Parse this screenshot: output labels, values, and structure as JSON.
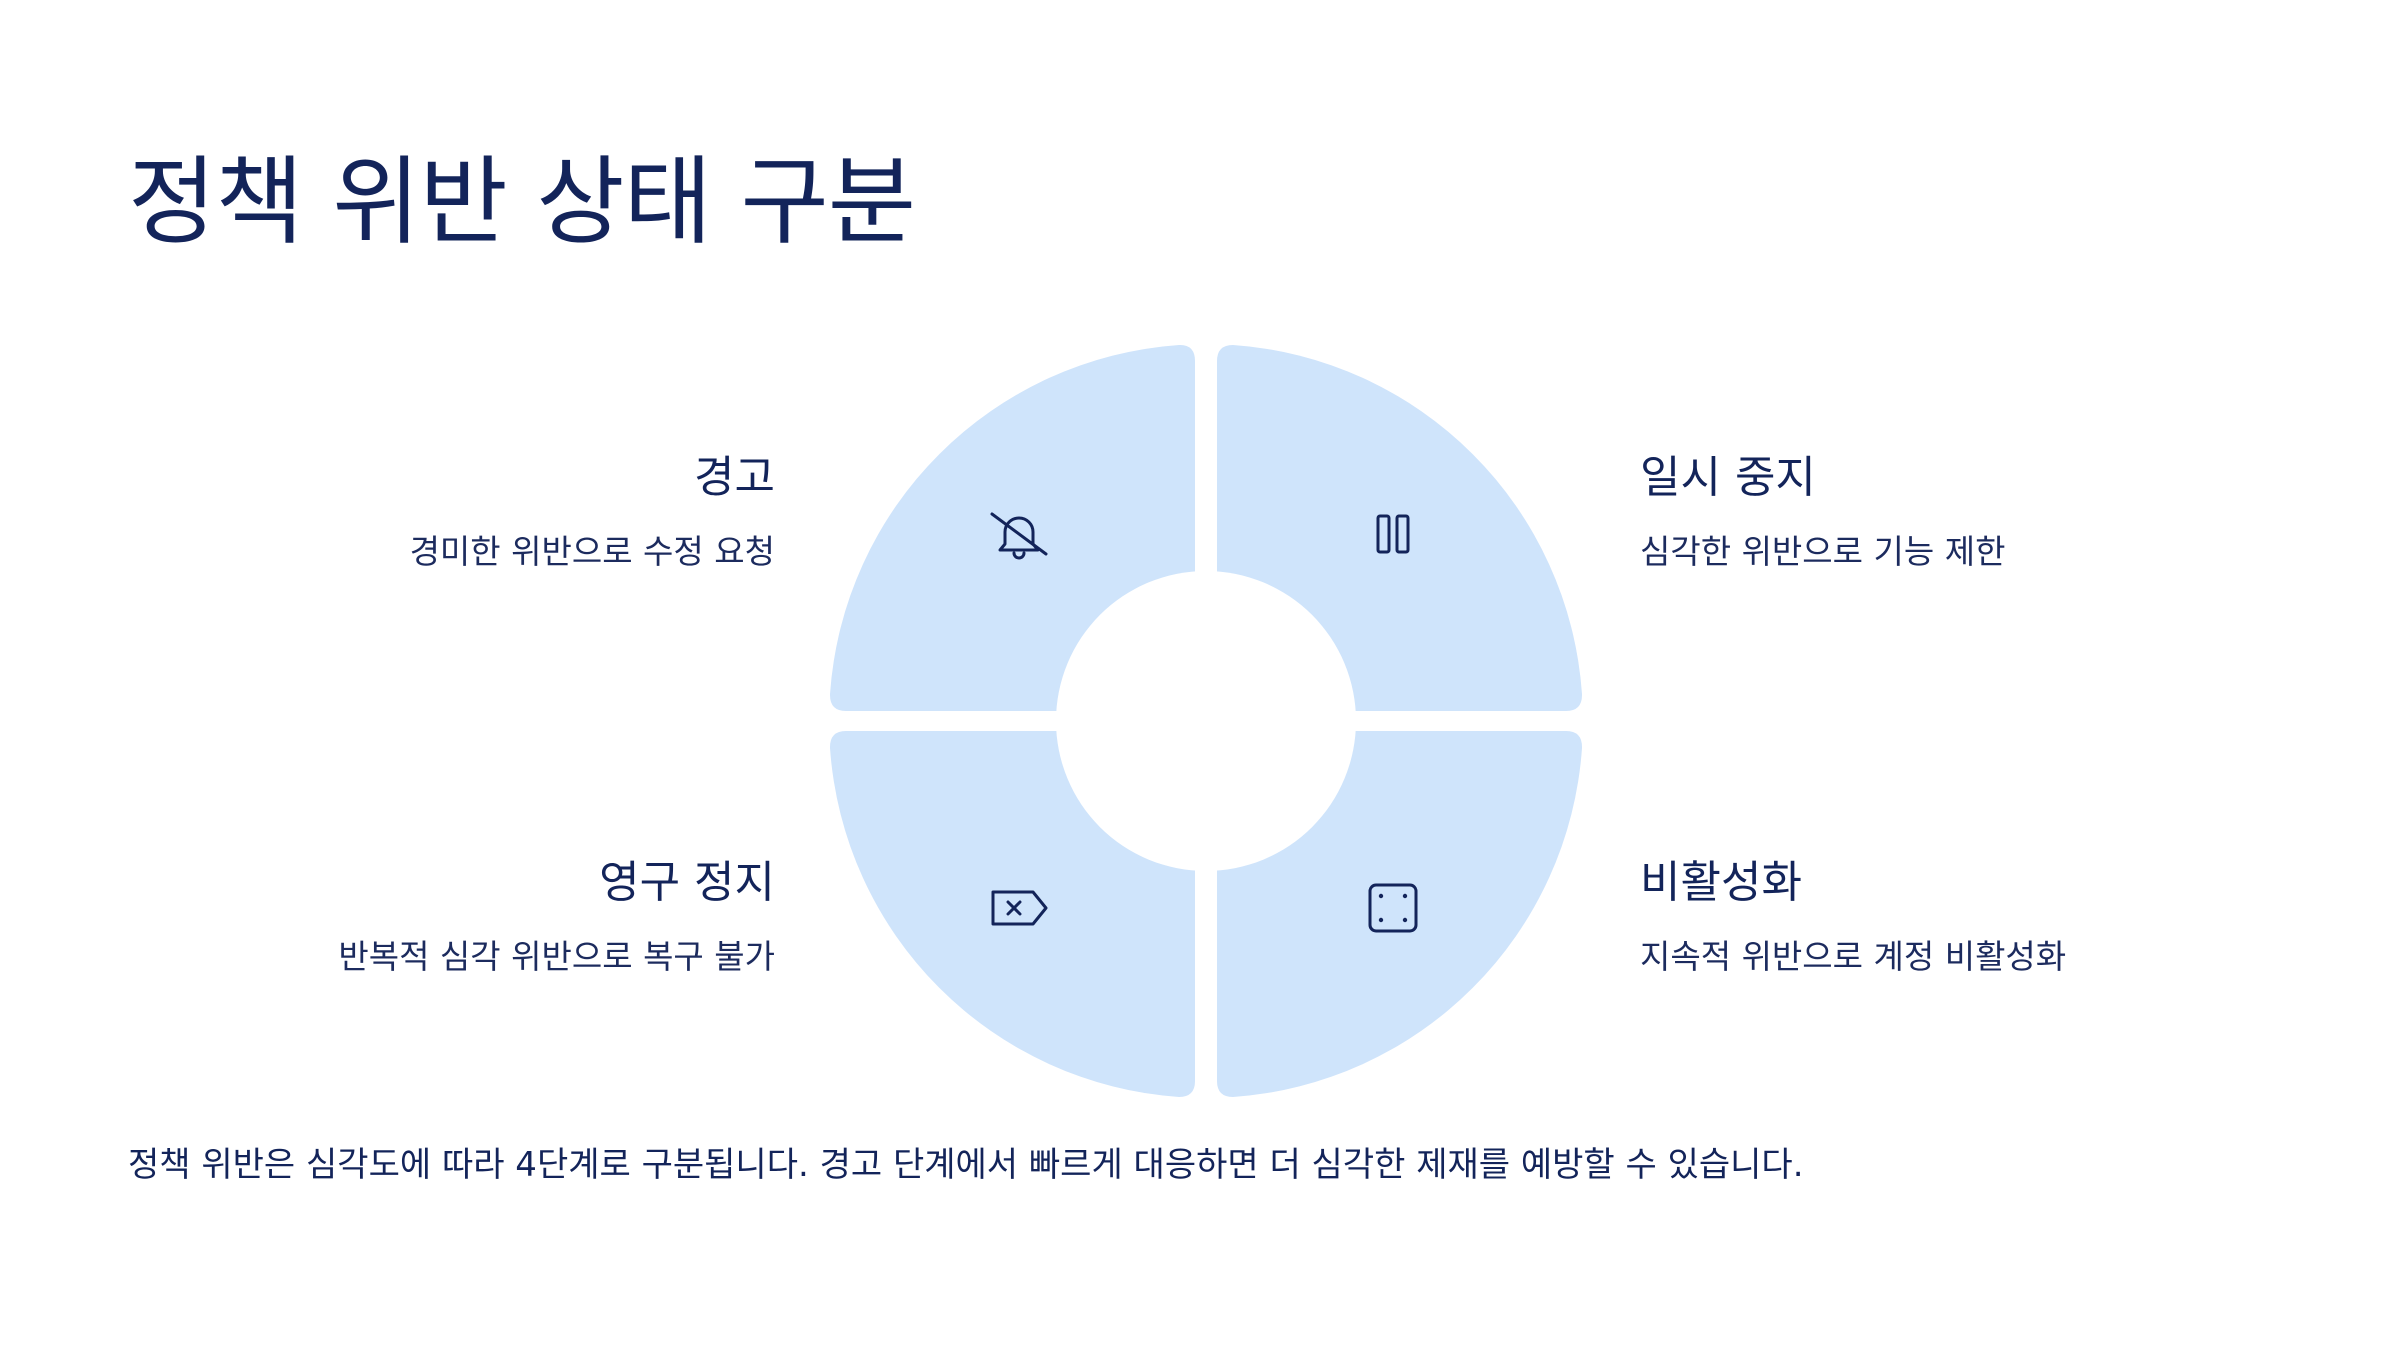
{
  "title": "정책 위반 상태 구분",
  "colors": {
    "segment_fill": "#cfe4fb",
    "icon_stroke": "#13245a",
    "text": "#13245a",
    "background": "#ffffff"
  },
  "stages": [
    {
      "position": "top-left",
      "title": "경고",
      "description": "경미한 위반으로 수정 요청",
      "icon": "bell-off-icon"
    },
    {
      "position": "top-right",
      "title": "일시 중지",
      "description": "심각한 위반으로 기능 제한",
      "icon": "pause-icon"
    },
    {
      "position": "bottom-left",
      "title": "영구 정지",
      "description": "반복적 심각 위반으로 복구 불가",
      "icon": "tag-x-icon"
    },
    {
      "position": "bottom-right",
      "title": "비활성화",
      "description": "지속적 위반으로 계정 비활성화",
      "icon": "square-frame-icon"
    }
  ],
  "footer": "정책 위반은 심각도에 따라 4단계로 구분됩니다. 경고 단계에서 빠르게 대응하면 더 심각한 제재를 예방할 수 있습니다."
}
